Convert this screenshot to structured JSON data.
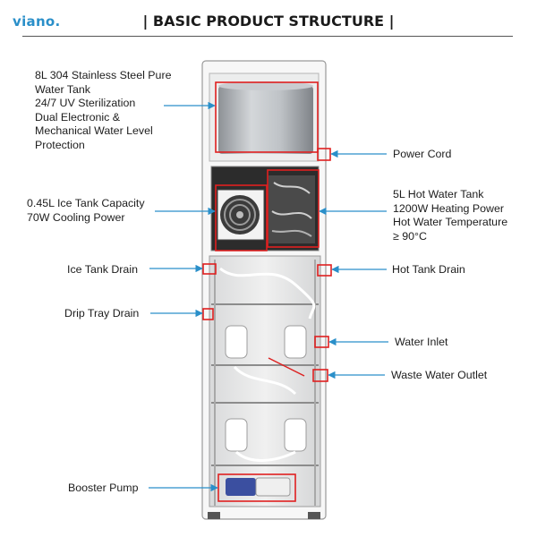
{
  "header": {
    "logo_text": "viano.",
    "title": "| BASIC PRODUCT STRUCTURE |"
  },
  "colors": {
    "accent": "#2a8fc9",
    "highlight": "#e02020",
    "arrow": "#2a8fc9"
  },
  "callouts": {
    "water_tank": [
      "8L 304 Stainless Steel Pure",
      "Water Tank",
      "24/7 UV Sterilization",
      "Dual Electronic &",
      "Mechanical Water Level",
      "Protection"
    ],
    "ice_tank": [
      "0.45L Ice Tank Capacity",
      "70W Cooling Power"
    ],
    "ice_tank_drain": "Ice Tank Drain",
    "drip_tray_drain": "Drip Tray Drain",
    "booster_pump": "Booster Pump",
    "power_cord": "Power Cord",
    "hot_tank": [
      "5L Hot Water Tank",
      "1200W Heating Power",
      "Hot Water Temperature",
      "≥ 90°C"
    ],
    "hot_tank_drain": "Hot Tank Drain",
    "water_inlet": "Water Inlet",
    "waste_water_outlet": "Waste Water Outlet"
  }
}
